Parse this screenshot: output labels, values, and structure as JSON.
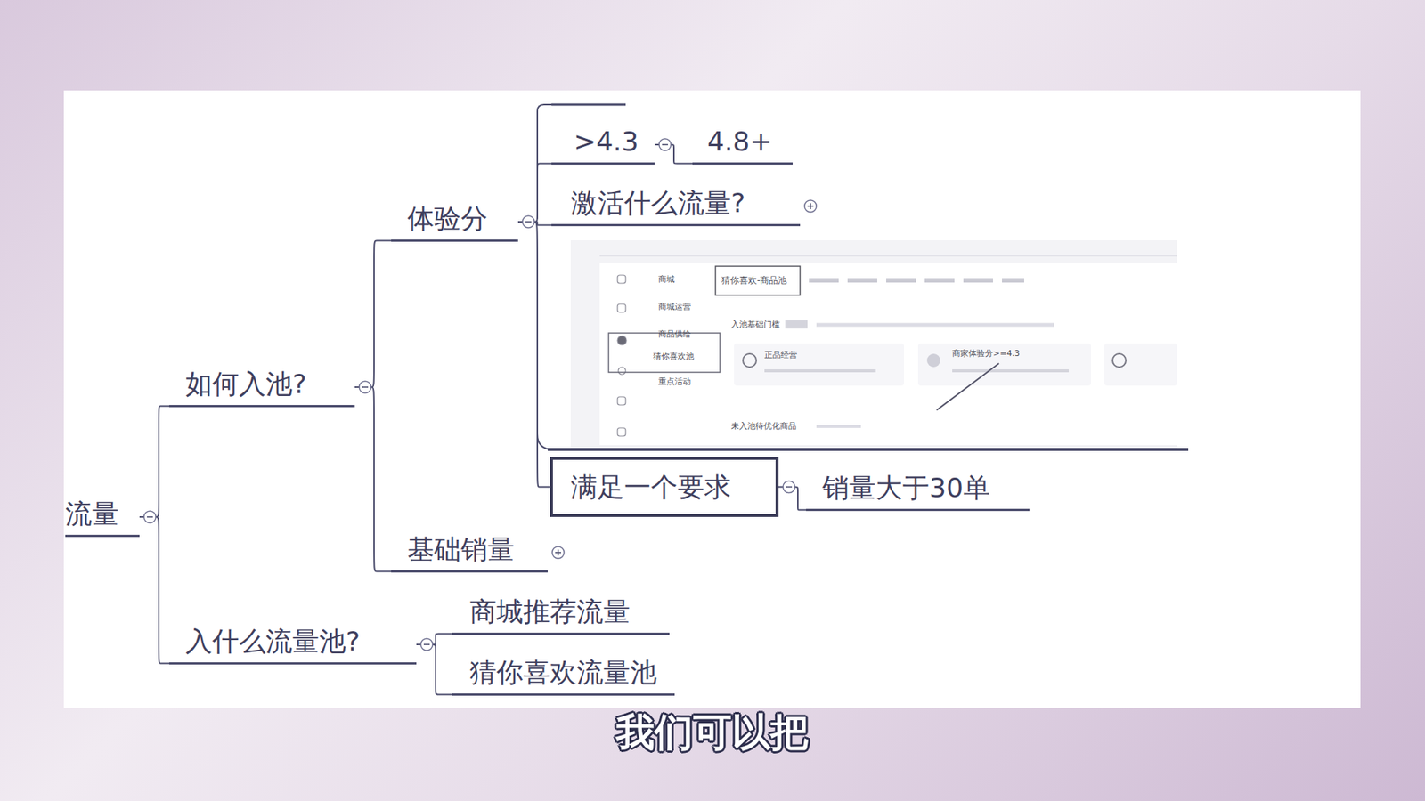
{
  "diagram": {
    "caption": "我们可以把",
    "nodes": [
      {
        "text": [
          "流量"
        ]
      },
      {
        "text": [
          "如何入池?"
        ]
      },
      {
        "text": [
          "体验分"
        ]
      },
      {
        "text": [
          ">4.3"
        ]
      },
      {
        "text": [
          "4.8+"
        ]
      },
      {
        "text": [
          "激活什么流量?"
        ]
      },
      {
        "text": [
          "满足一个要求"
        ]
      },
      {
        "text": [
          "销量大于30单"
        ]
      },
      {
        "text": [
          "基础销量"
        ]
      },
      {
        "text": [
          "入什么流量池?"
        ]
      },
      {
        "text": [
          "商城推荐流量"
        ]
      },
      {
        "text": [
          "猜你喜欢流量池"
        ]
      }
    ],
    "edges": [
      {
        "from": 0,
        "to": 1,
        "arrow": "none"
      },
      {
        "from": 0,
        "to": 9,
        "arrow": "none"
      },
      {
        "from": 1,
        "to": 2,
        "arrow": "none"
      },
      {
        "from": 1,
        "to": 8,
        "arrow": "none"
      },
      {
        "from": 2,
        "to": 3,
        "arrow": "none"
      },
      {
        "from": 3,
        "to": 4,
        "arrow": "none"
      },
      {
        "from": 2,
        "to": 5,
        "arrow": "none"
      },
      {
        "from": 2,
        "to": 6,
        "arrow": "none"
      },
      {
        "from": 6,
        "to": 7,
        "arrow": "none"
      },
      {
        "from": 9,
        "to": 10,
        "arrow": "none"
      },
      {
        "from": 9,
        "to": 11,
        "arrow": "none"
      }
    ],
    "labels": [
      "商城",
      "商城运营",
      "商品供给",
      "猜你喜欢池",
      "重点活动",
      "猜你喜欢-商品池",
      "入池基础门槛",
      "正品经营",
      "商家体验分>=4.3",
      "未入池待优化商品"
    ]
  }
}
